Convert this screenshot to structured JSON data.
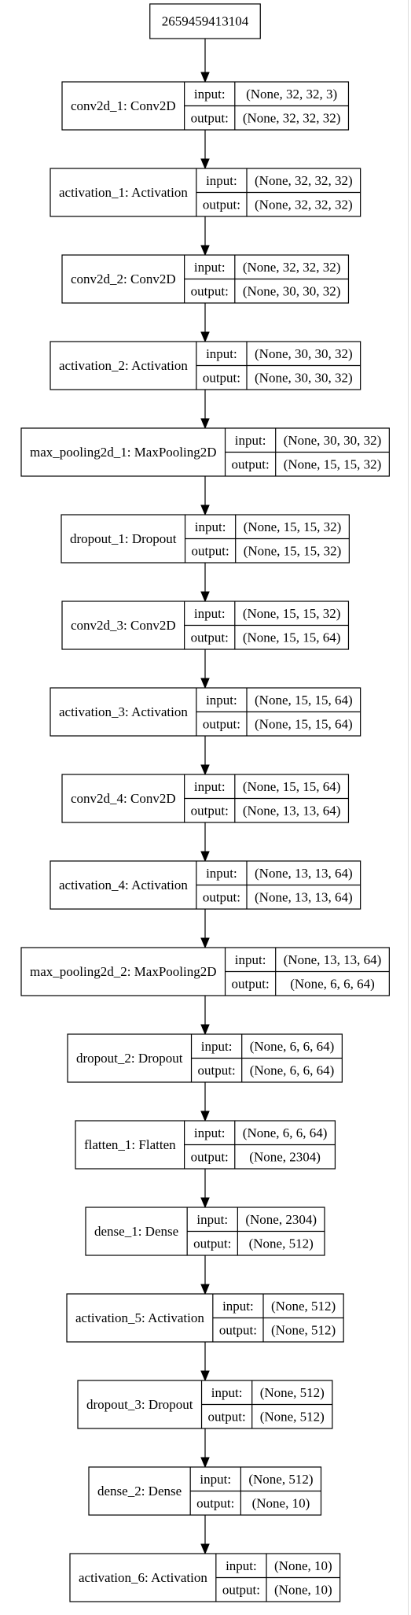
{
  "model_id": "2659459413104",
  "port_labels": {
    "input": "input:",
    "output": "output:"
  },
  "layers": [
    {
      "name": "conv2d_1: Conv2D",
      "input": "(None, 32, 32, 3)",
      "output": "(None, 32, 32, 32)"
    },
    {
      "name": "activation_1: Activation",
      "input": "(None, 32, 32, 32)",
      "output": "(None, 32, 32, 32)"
    },
    {
      "name": "conv2d_2: Conv2D",
      "input": "(None, 32, 32, 32)",
      "output": "(None, 30, 30, 32)"
    },
    {
      "name": "activation_2: Activation",
      "input": "(None, 30, 30, 32)",
      "output": "(None, 30, 30, 32)"
    },
    {
      "name": "max_pooling2d_1: MaxPooling2D",
      "input": "(None, 30, 30, 32)",
      "output": "(None, 15, 15, 32)"
    },
    {
      "name": "dropout_1: Dropout",
      "input": "(None, 15, 15, 32)",
      "output": "(None, 15, 15, 32)"
    },
    {
      "name": "conv2d_3: Conv2D",
      "input": "(None, 15, 15, 32)",
      "output": "(None, 15, 15, 64)"
    },
    {
      "name": "activation_3: Activation",
      "input": "(None, 15, 15, 64)",
      "output": "(None, 15, 15, 64)"
    },
    {
      "name": "conv2d_4: Conv2D",
      "input": "(None, 15, 15, 64)",
      "output": "(None, 13, 13, 64)"
    },
    {
      "name": "activation_4: Activation",
      "input": "(None, 13, 13, 64)",
      "output": "(None, 13, 13, 64)"
    },
    {
      "name": "max_pooling2d_2: MaxPooling2D",
      "input": "(None, 13, 13, 64)",
      "output": "(None, 6, 6, 64)"
    },
    {
      "name": "dropout_2: Dropout",
      "input": "(None, 6, 6, 64)",
      "output": "(None, 6, 6, 64)"
    },
    {
      "name": "flatten_1: Flatten",
      "input": "(None, 6, 6, 64)",
      "output": "(None, 2304)"
    },
    {
      "name": "dense_1: Dense",
      "input": "(None, 2304)",
      "output": "(None, 512)"
    },
    {
      "name": "activation_5: Activation",
      "input": "(None, 512)",
      "output": "(None, 512)"
    },
    {
      "name": "dropout_3: Dropout",
      "input": "(None, 512)",
      "output": "(None, 512)"
    },
    {
      "name": "dense_2: Dense",
      "input": "(None, 512)",
      "output": "(None, 10)"
    },
    {
      "name": "activation_6: Activation",
      "input": "(None, 10)",
      "output": "(None, 10)"
    }
  ]
}
